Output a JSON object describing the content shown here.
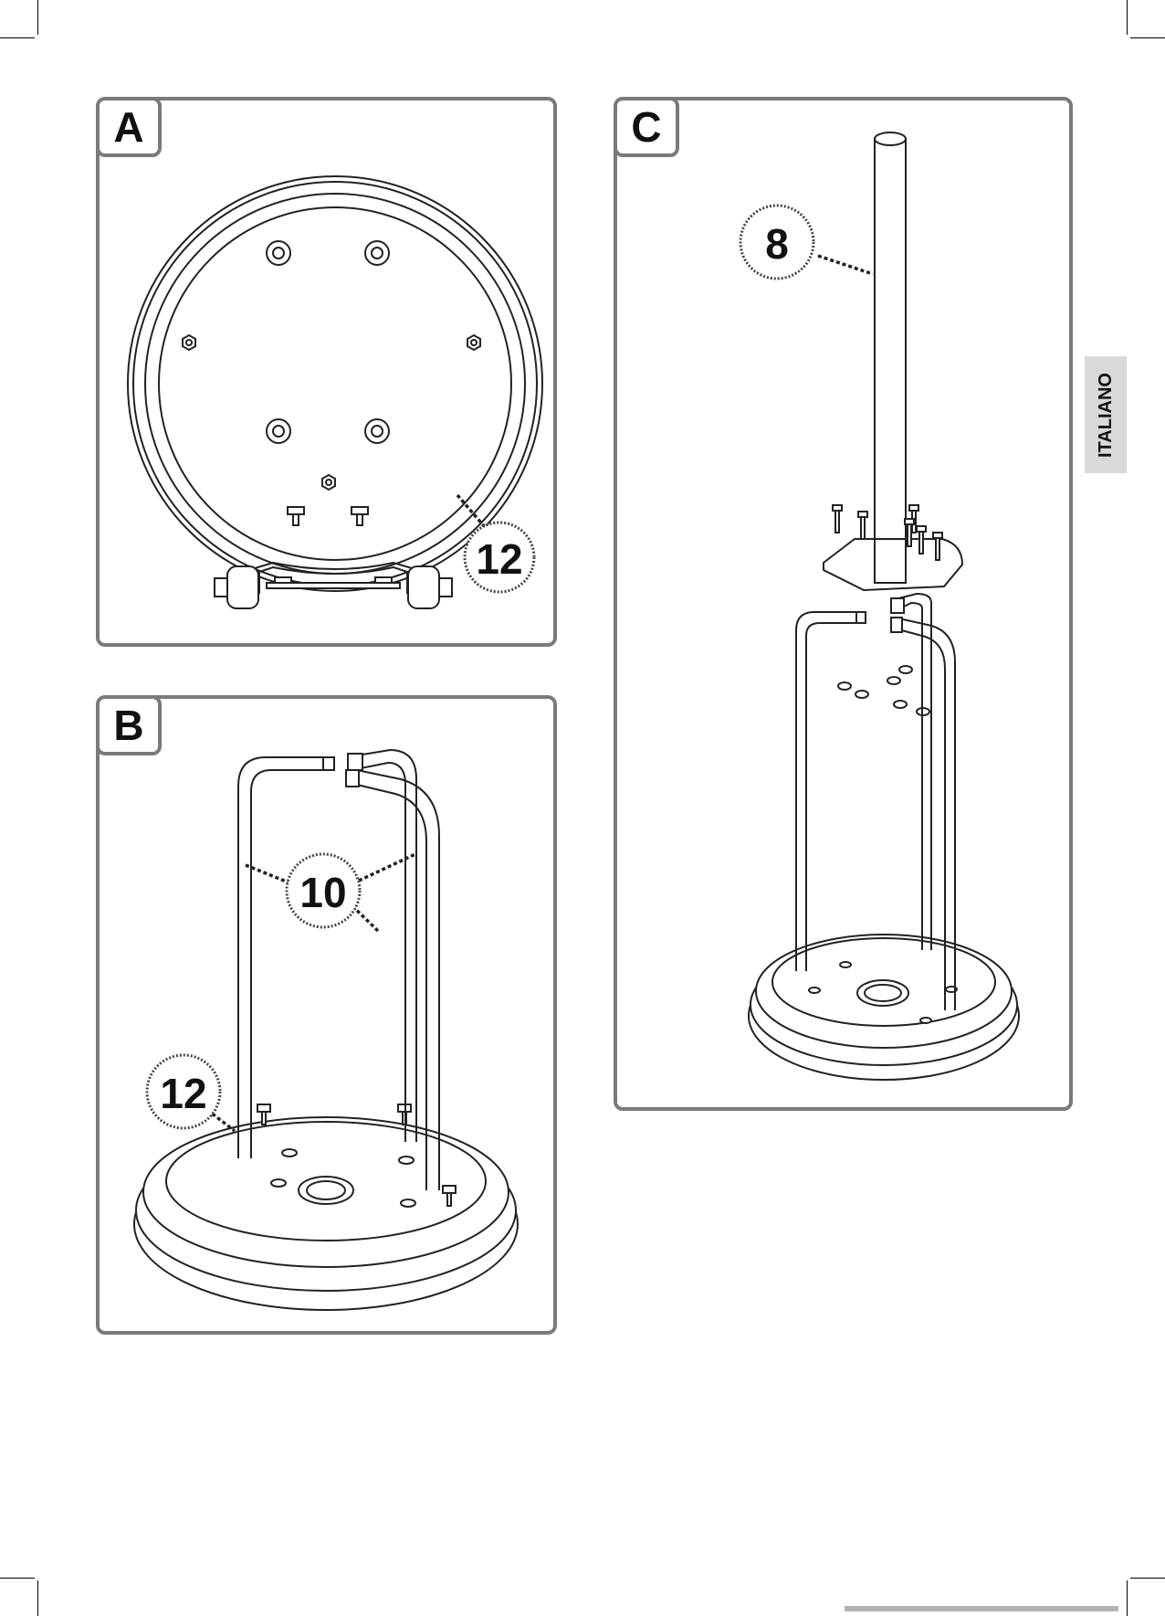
{
  "language_tab": "ITALIANO",
  "panels": {
    "a": {
      "label": "A",
      "callouts": [
        "12"
      ]
    },
    "b": {
      "label": "B",
      "callouts": [
        "10",
        "12"
      ]
    },
    "c": {
      "label": "C",
      "callouts": [
        "8"
      ]
    }
  }
}
